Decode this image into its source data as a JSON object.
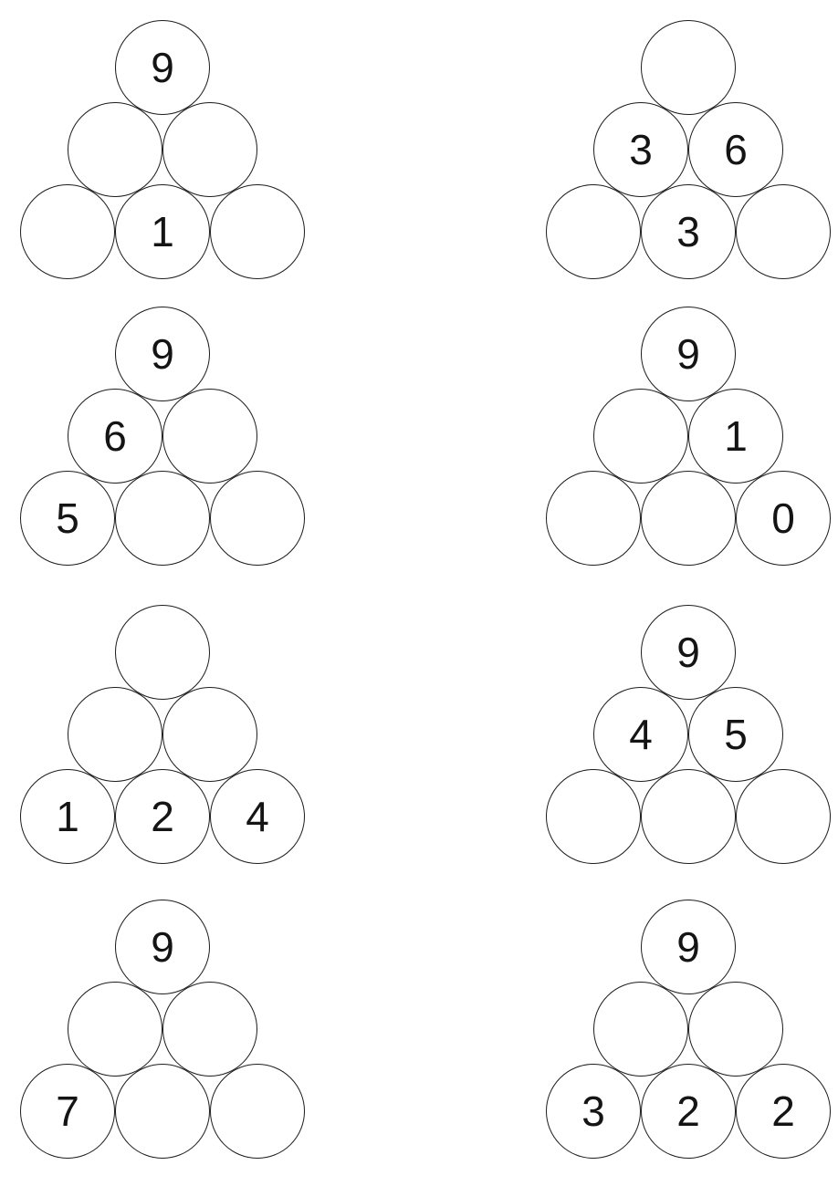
{
  "styles": {
    "background": "#ffffff",
    "circle_border_color": "#1c1c1c",
    "digit_color": "#141414"
  },
  "puzzles": [
    {
      "rows": [
        [
          "9"
        ],
        [
          "",
          ""
        ],
        [
          "",
          "1",
          ""
        ]
      ]
    },
    {
      "rows": [
        [
          ""
        ],
        [
          "3",
          "6"
        ],
        [
          "",
          "3",
          ""
        ]
      ]
    },
    {
      "rows": [
        [
          "9"
        ],
        [
          "6",
          ""
        ],
        [
          "5",
          "",
          ""
        ]
      ]
    },
    {
      "rows": [
        [
          "9"
        ],
        [
          "",
          "1"
        ],
        [
          "",
          "",
          "0"
        ]
      ]
    },
    {
      "rows": [
        [
          ""
        ],
        [
          "",
          ""
        ],
        [
          "1",
          "2",
          "4"
        ]
      ]
    },
    {
      "rows": [
        [
          "9"
        ],
        [
          "4",
          "5"
        ],
        [
          "",
          "",
          ""
        ]
      ]
    },
    {
      "rows": [
        [
          "9"
        ],
        [
          "",
          ""
        ],
        [
          "7",
          "",
          ""
        ]
      ]
    },
    {
      "rows": [
        [
          "9"
        ],
        [
          "",
          ""
        ],
        [
          "3",
          "2",
          "2"
        ]
      ]
    }
  ]
}
